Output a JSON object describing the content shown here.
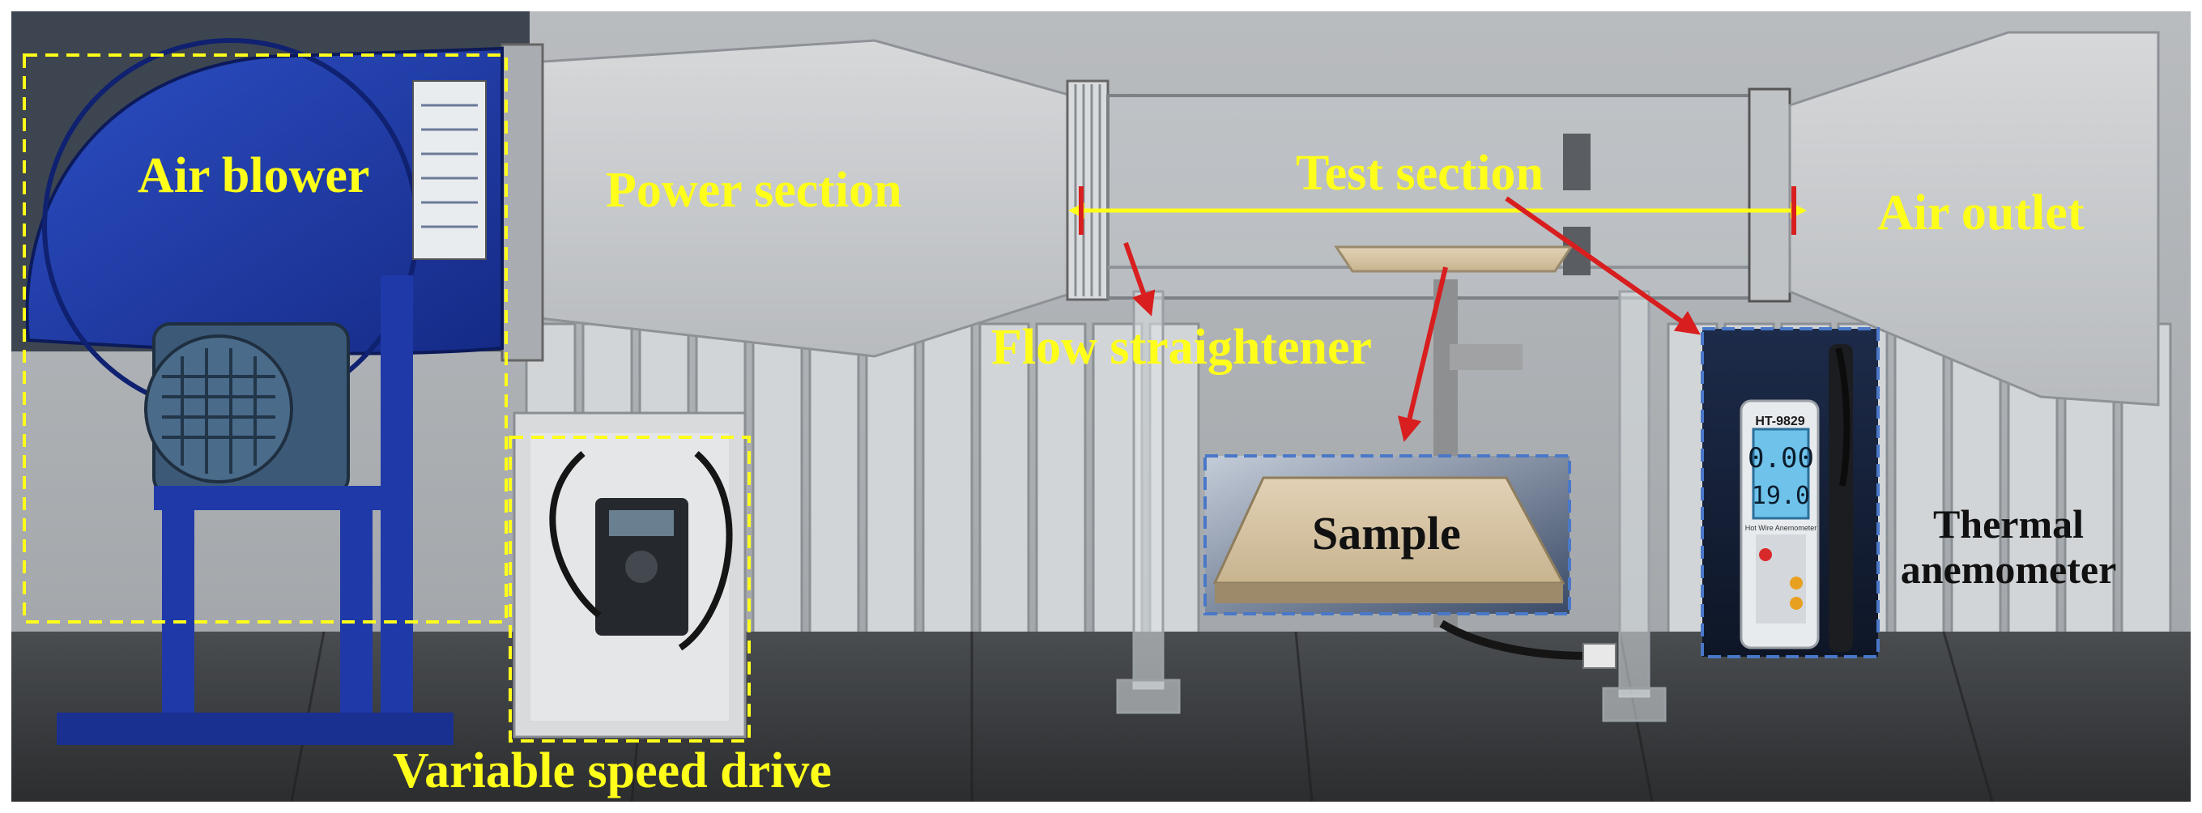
{
  "labels": {
    "air_blower": "Air blower",
    "power_section": "Power section",
    "test_section": "Test section",
    "air_outlet": "Air outlet",
    "flow_straightener": "Flow straightener",
    "sample": "Sample",
    "thermal_anemometer_line1": "Thermal",
    "thermal_anemometer_line2": "anemometer",
    "variable_speed_drive": "Variable speed drive"
  },
  "anemometer": {
    "model": "HT-9829",
    "reading_top": "0.00",
    "reading_bottom": "19.0",
    "caption": "Hot Wire Anemometer"
  },
  "colors": {
    "annotation_text": "#ffff1a",
    "annotation_box": "#ffff1a",
    "arrow": "#d81e1e",
    "inset_border": "#4a78c8",
    "blower": "#1f3aa8",
    "duct": "#c9ccce"
  }
}
